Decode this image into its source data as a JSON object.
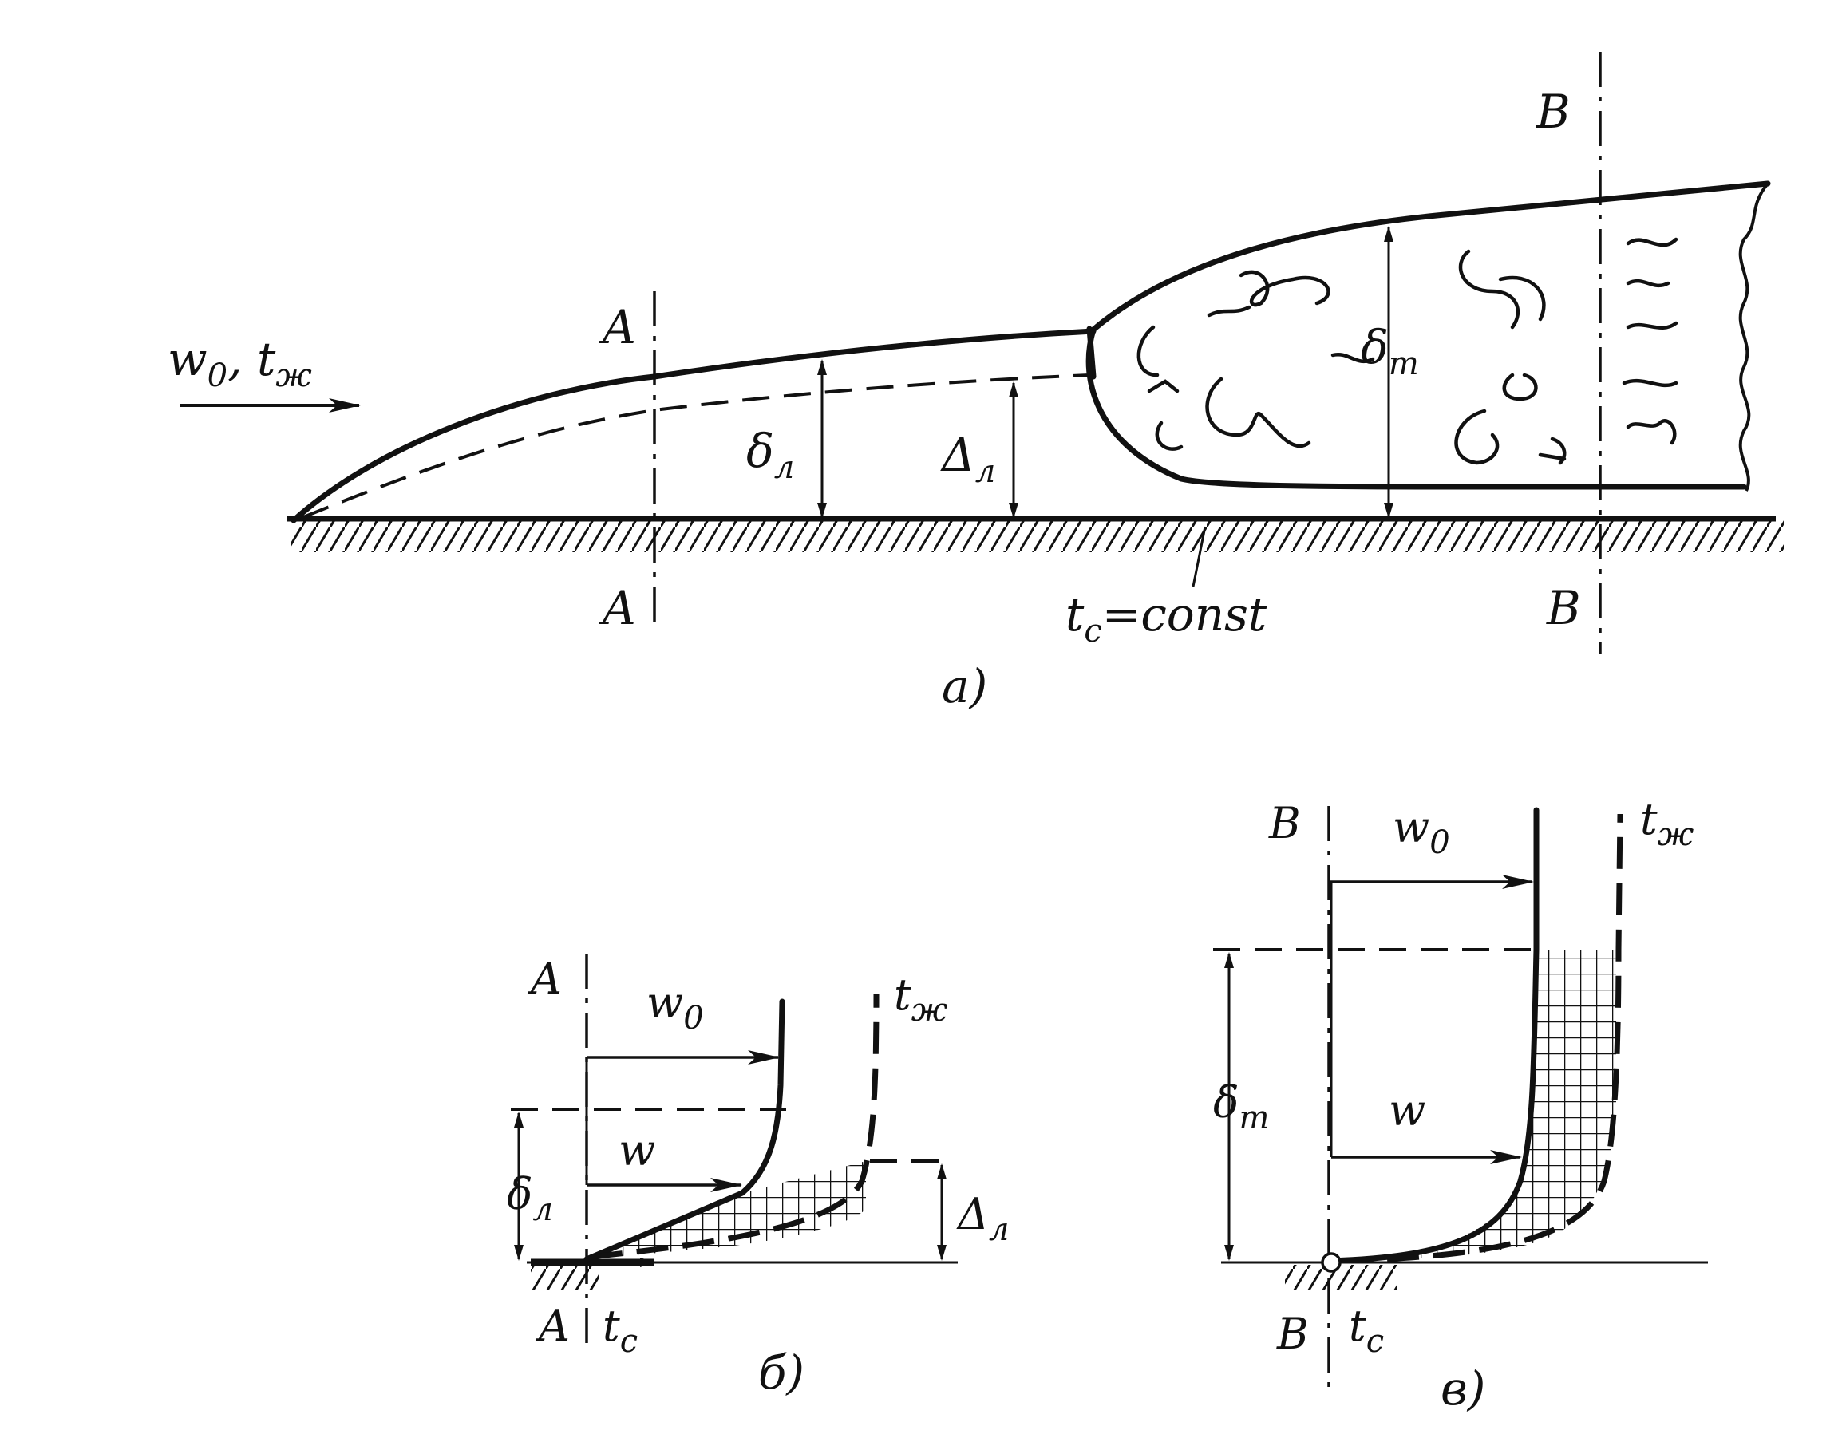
{
  "diagram_a": {
    "caption": "а)",
    "inflow_label": "w",
    "inflow_sub": "0",
    "inflow_sep": ", t",
    "inflow_temp_sub": "ж",
    "section_A_top": "A",
    "section_A_bottom": "A",
    "section_B_top": "B",
    "section_B_bottom": "B",
    "delta_l": "δ",
    "delta_l_sub": "л",
    "Delta_l": "Δ",
    "Delta_l_sub": "л",
    "delta_t": "δ",
    "delta_t_sub": "т",
    "wall_label": "t",
    "wall_sub": "с",
    "wall_const": "=const"
  },
  "diagram_b": {
    "caption": "б)",
    "section_top": "A",
    "section_bottom": "A",
    "w0": "w",
    "w0_sub": "0",
    "w": "w",
    "t_fluid": "t",
    "t_fluid_sub": "ж",
    "t_wall": "t",
    "t_wall_sub": "с",
    "delta_l": "δ",
    "delta_l_sub": "л",
    "Delta_l": "Δ",
    "Delta_l_sub": "л"
  },
  "diagram_c": {
    "caption": "в)",
    "section_top": "B",
    "section_bottom": "B",
    "w0": "w",
    "w0_sub": "0",
    "w": "w",
    "t_fluid": "t",
    "t_fluid_sub": "ж",
    "t_wall": "t",
    "t_wall_sub": "с",
    "delta_t": "δ",
    "delta_t_sub": "т"
  }
}
